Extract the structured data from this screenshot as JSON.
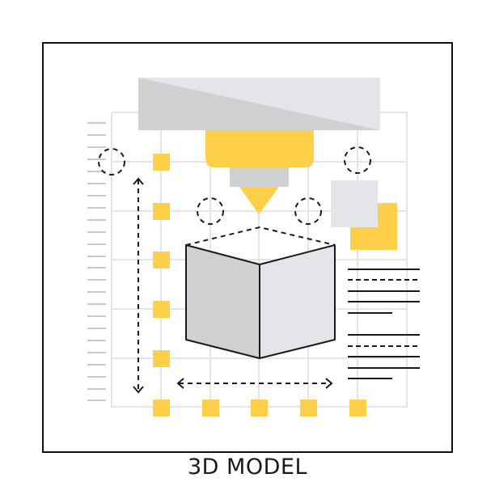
{
  "caption": "3D MODEL",
  "colors": {
    "frame": "#111111",
    "grid": "#e4e5ea",
    "ruler": "#c9c9cc",
    "accent_yellow": "#ffcf4a",
    "gray_dark": "#d0d0d2",
    "gray_light": "#e4e5e9",
    "stroke": "#1a1a1a"
  },
  "illustration": {
    "subject": "3D printer nozzle extruding over isometric cube on grid",
    "elements": [
      "printer-head",
      "extruder-block",
      "nozzle-collar",
      "nozzle-tip",
      "cube",
      "dashed-guide-circles",
      "dimension-arrows",
      "grid-markers",
      "ruler-ticks",
      "layer-squares",
      "text-lines"
    ]
  }
}
